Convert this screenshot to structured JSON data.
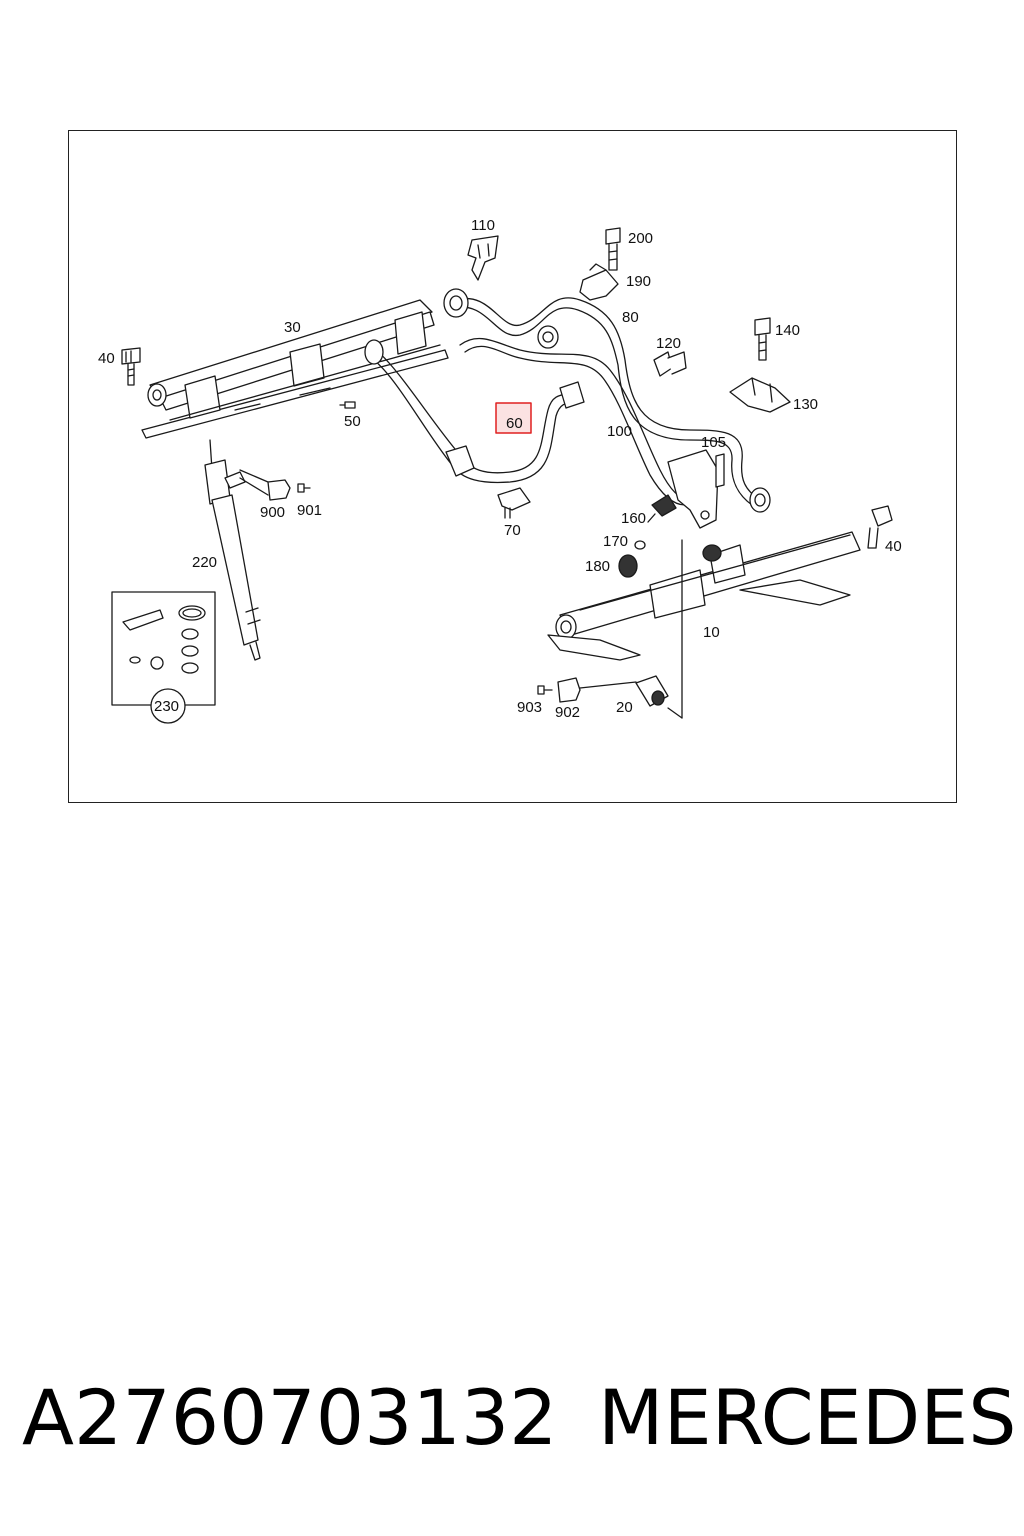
{
  "diagram": {
    "highlighted_part": "60",
    "highlight_color": "#e02020",
    "line_color": "#1a1a1a",
    "labels": {
      "p10": "10",
      "p20": "20",
      "p30": "30",
      "p40a": "40",
      "p40b": "40",
      "p50": "50",
      "p60": "60",
      "p70": "70",
      "p80": "80",
      "p100": "100",
      "p105": "105",
      "p110": "110",
      "p120": "120",
      "p130": "130",
      "p140": "140",
      "p160": "160",
      "p170": "170",
      "p180": "180",
      "p190": "190",
      "p200": "200",
      "p220": "220",
      "p230": "230",
      "p900": "900",
      "p901": "901",
      "p902": "902",
      "p903": "903"
    }
  },
  "caption": {
    "part_number": "A2760703132",
    "brand": "MERCEDES"
  }
}
